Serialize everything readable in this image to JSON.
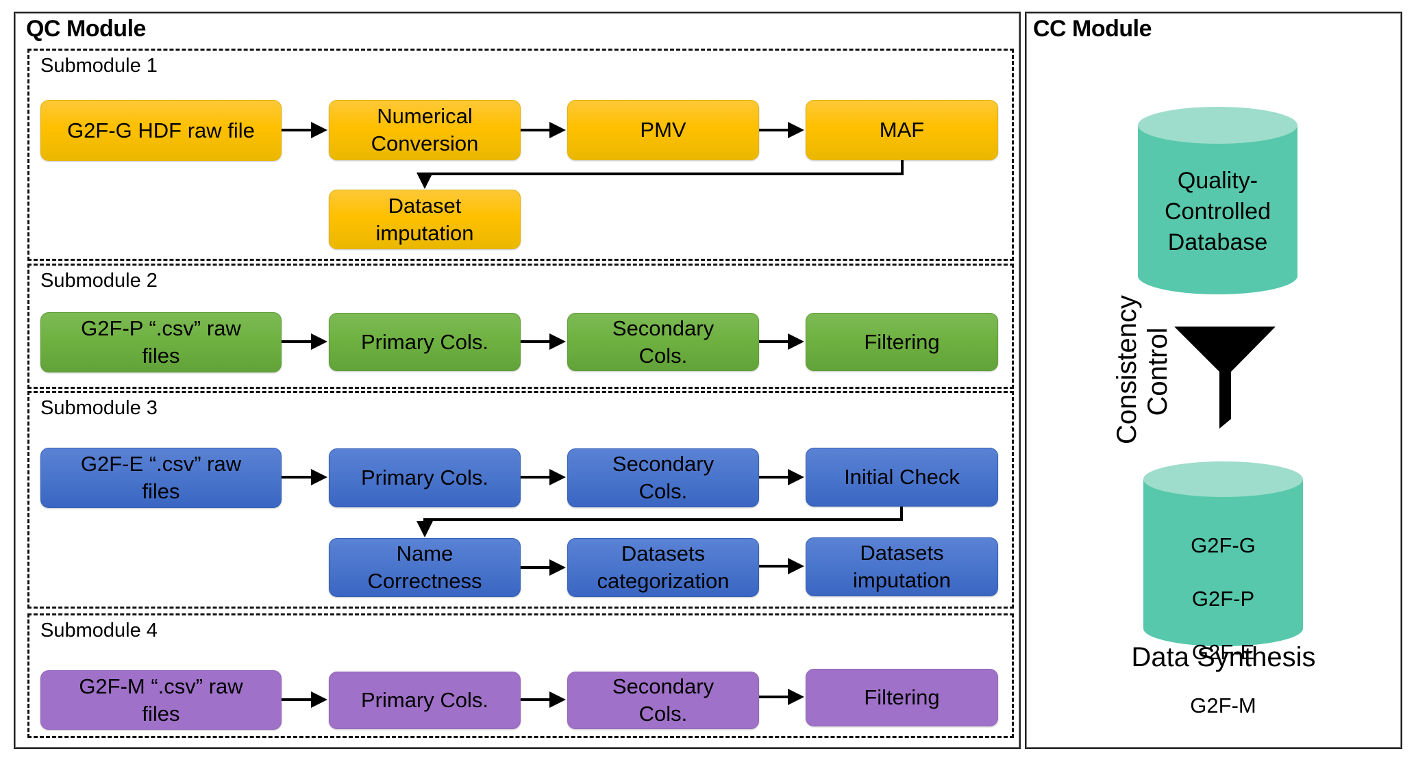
{
  "qc_module": {
    "title": "QC Module",
    "submodules": [
      {
        "title": "Submodule 1",
        "color": "#FFC000",
        "boxes": [
          "G2F-G HDF raw file",
          "Numerical\nConversion",
          "PMV",
          "MAF",
          "Dataset\nimputation"
        ]
      },
      {
        "title": "Submodule 2",
        "color": "#70AD47",
        "boxes": [
          "G2F-P “.csv” raw\nfiles",
          "Primary Cols.",
          "Secondary\nCols.",
          "Filtering"
        ]
      },
      {
        "title": "Submodule 3",
        "color": "#4472C4",
        "boxes": [
          "G2F-E “.csv” raw\nfiles",
          "Primary Cols.",
          "Secondary\nCols.",
          "Initial Check",
          "Name\nCorrectness",
          "Datasets\ncategorization",
          "Datasets\nimputation"
        ]
      },
      {
        "title": "Submodule 4",
        "color": "#A071C8",
        "boxes": [
          "G2F-M “.csv” raw\nfiles",
          "Primary Cols.",
          "Secondary\nCols.",
          "Filtering"
        ]
      }
    ]
  },
  "cc_module": {
    "title": "CC Module",
    "database_label": "Quality-\nControlled\nDatabase",
    "consistency_label_line1": "Consistency",
    "consistency_label_line2": "Control",
    "funnel_icon": "funnel-icon",
    "synthesis_items": [
      "G2F-G",
      "G2F-P",
      "G2F-E",
      "G2F-M"
    ],
    "synthesis_label": "Data Synthesis",
    "cylinder_color": "#57C8AB",
    "cylinder_top_color": "#9EDDCB"
  }
}
